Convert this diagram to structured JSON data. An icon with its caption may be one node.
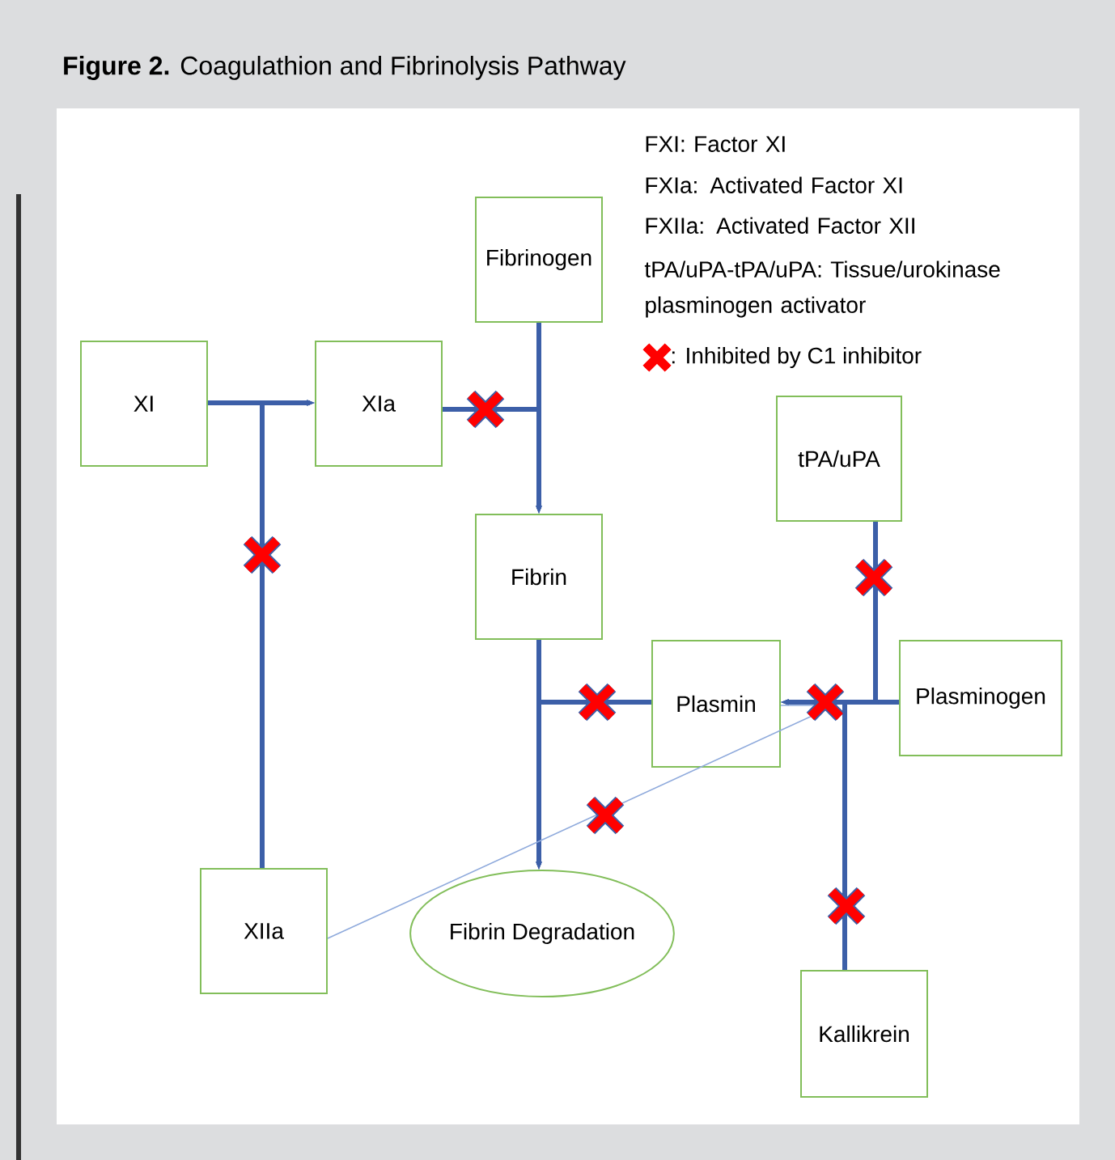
{
  "diagram": {
    "title": "**Figure 2.** Coagulathion and Fibrinolysis Pathway",
    "nodes": [
      {
        "text": [
          "XI"
        ]
      },
      {
        "text": [
          "XIa"
        ]
      },
      {
        "text": [
          "Fibrinogen"
        ]
      },
      {
        "text": [
          "Fibrin"
        ]
      },
      {
        "text": [
          "tPA/uPA"
        ]
      },
      {
        "text": [
          "Plasmin"
        ]
      },
      {
        "text": [
          "Plasminogen"
        ]
      },
      {
        "text": [
          "XIIa"
        ]
      },
      {
        "text": [
          "Fibrin Degradation"
        ]
      },
      {
        "text": [
          "Kallikrein"
        ]
      }
    ],
    "edges": [
      {
        "from": 0,
        "to": 1,
        "arrow": "to"
      },
      {
        "from": 7,
        "to": 1,
        "arrow": "to"
      },
      {
        "from": 1,
        "to": 3,
        "arrow": "to"
      },
      {
        "from": 2,
        "to": 3,
        "arrow": "to"
      },
      {
        "from": 3,
        "to": 8,
        "arrow": "to"
      },
      {
        "from": 5,
        "to": 8,
        "arrow": "to"
      },
      {
        "from": 6,
        "to": 5,
        "arrow": "to"
      },
      {
        "from": 4,
        "to": 5,
        "arrow": "to"
      },
      {
        "from": 9,
        "to": 5,
        "arrow": "to"
      },
      {
        "from": 7,
        "to": 5,
        "arrow": "none",
        "color": "#8faadc"
      }
    ],
    "labels": [
      "FXI: Factor XI",
      "FXIa: Activated Factor XI",
      "FXIIa: Activated Factor XII",
      "tPA/uPA-tPA/uPA: Tissue/urokinase plasminogen activator"
    ],
    "legend": [
      {
        "text": ": Inhibited by C1 inhibitor"
      }
    ]
  }
}
